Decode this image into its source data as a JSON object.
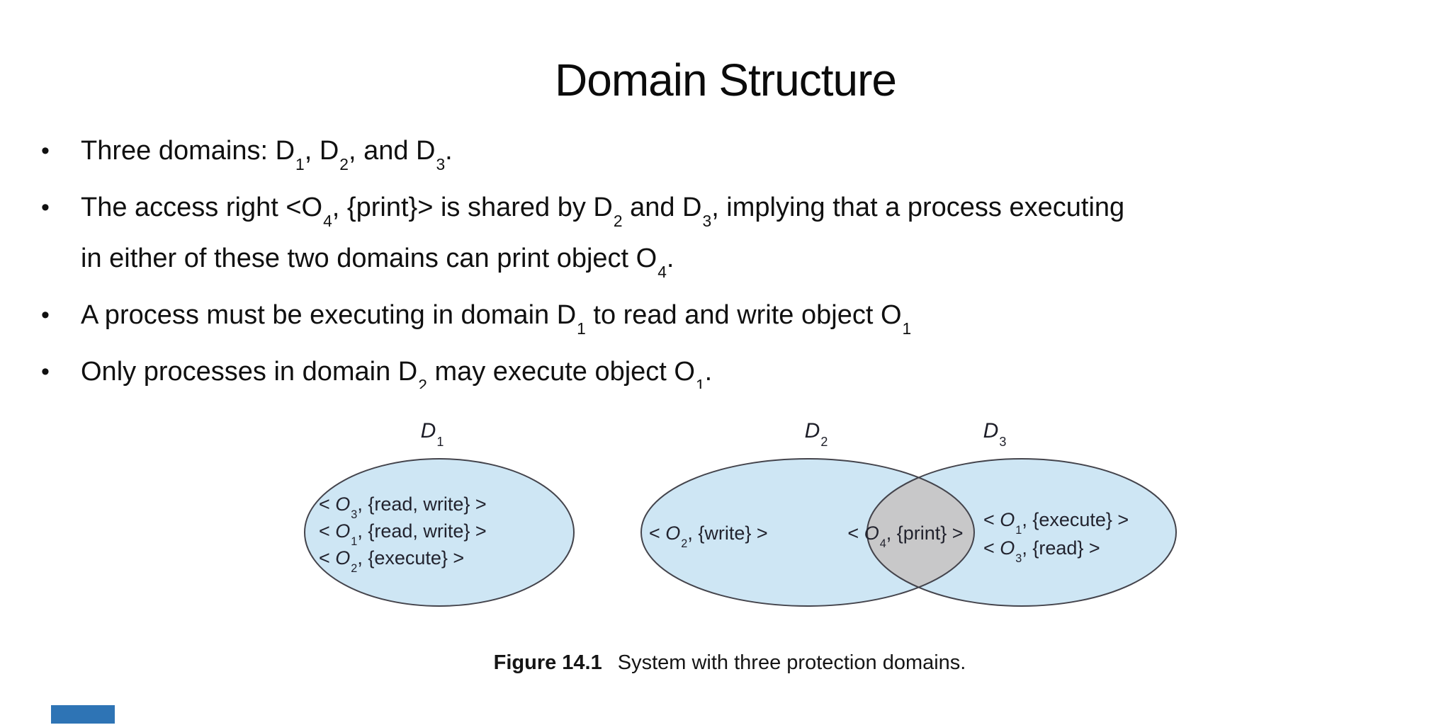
{
  "slide": {
    "title": "Domain Structure",
    "bullet_char": "•",
    "bullets": {
      "b1": [
        {
          "t": "Three domains: D"
        },
        {
          "sub": "1"
        },
        {
          "t": ", D"
        },
        {
          "sub": "2"
        },
        {
          "t": ", and D"
        },
        {
          "sub": "3"
        },
        {
          "t": "."
        }
      ],
      "b2_line1": [
        {
          "t": "The access right <O"
        },
        {
          "sub": "4"
        },
        {
          "t": ", {print}> is shared by D"
        },
        {
          "sub": "2"
        },
        {
          "t": " and D"
        },
        {
          "sub": "3"
        },
        {
          "t": ", implying that a process executing"
        }
      ],
      "b2_line2": [
        {
          "t": "in either of these two domains can print object O"
        },
        {
          "sub": "4"
        },
        {
          "t": "."
        }
      ],
      "b3": [
        {
          "t": "A process must be executing in domain D"
        },
        {
          "sub": "1"
        },
        {
          "t": " to read and write object O"
        },
        {
          "sub": "1"
        }
      ],
      "b4": [
        {
          "t": "Only processes in domain D"
        },
        {
          "sub": "2"
        },
        {
          "t": " may execute object O"
        },
        {
          "sub": "1"
        },
        {
          "t": "."
        }
      ]
    }
  },
  "figure": {
    "labels": {
      "d1": [
        {
          "i": "D"
        },
        {
          "sub": "1"
        }
      ],
      "d2": [
        {
          "i": "D"
        },
        {
          "sub": "2"
        }
      ],
      "d3": [
        {
          "i": "D"
        },
        {
          "sub": "3"
        }
      ]
    },
    "d1_entries": {
      "e1": [
        {
          "t": "< "
        },
        {
          "i": "O"
        },
        {
          "sub": "3"
        },
        {
          "t": ", {read, write} >"
        }
      ],
      "e2": [
        {
          "t": "< "
        },
        {
          "i": "O"
        },
        {
          "sub": "1"
        },
        {
          "t": ", {read, write} >"
        }
      ],
      "e3": [
        {
          "t": "< "
        },
        {
          "i": "O"
        },
        {
          "sub": "2"
        },
        {
          "t": ", {execute} >"
        }
      ]
    },
    "d2_entry": [
      {
        "t": "< "
      },
      {
        "i": "O"
      },
      {
        "sub": "2"
      },
      {
        "t": ", {write} >"
      }
    ],
    "overlap_entry": [
      {
        "t": "< "
      },
      {
        "i": "O"
      },
      {
        "sub": "4"
      },
      {
        "t": ", {print} >"
      }
    ],
    "d3_entries": {
      "e1": [
        {
          "t": "< "
        },
        {
          "i": "O"
        },
        {
          "sub": "1"
        },
        {
          "t": ", {execute} >"
        }
      ],
      "e2": [
        {
          "t": "< "
        },
        {
          "i": "O"
        },
        {
          "sub": "3"
        },
        {
          "t": ", {read} >"
        }
      ]
    },
    "caption_label": "Figure 14.1",
    "caption_text": "System with three protection domains.",
    "colors": {
      "domain_fill": "#cee6f4",
      "overlap_fill": "#c8c8c9",
      "outline": "#44444c",
      "accent_bar": "#2e74b5"
    }
  }
}
